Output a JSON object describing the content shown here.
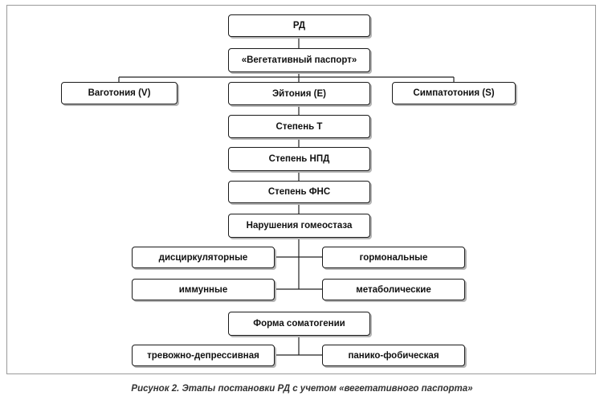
{
  "diagram": {
    "root": "РД",
    "passport": "«Вегетативный паспорт»",
    "types": [
      "Ваготония (V)",
      "Эйтония (E)",
      "Симпатотония (S)"
    ],
    "degree_t": "Степень Т",
    "degree_npd": "Степень НПД",
    "degree_fns": "Степень ФНС",
    "homeostasis": "Нарушения гомеостаза",
    "disorders": [
      "дисциркуляторные",
      "гормональные",
      "иммунные",
      "метаболические"
    ],
    "somatogeny": "Форма соматогении",
    "forms": [
      "тревожно-депрессивная",
      "панико-фобическая"
    ]
  },
  "caption": "Рисунок 2. Этапы постановки РД с учетом «вегетативного паспорта»"
}
